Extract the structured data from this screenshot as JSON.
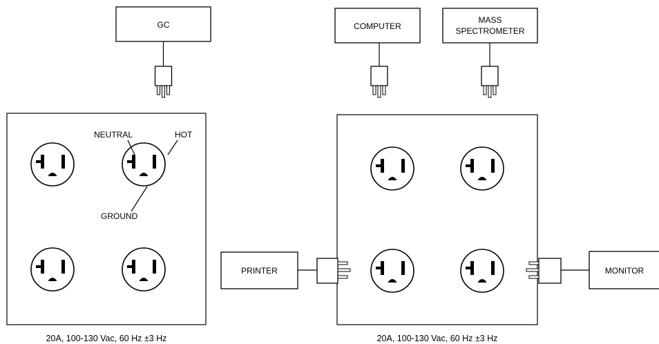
{
  "devices": {
    "gc": "GC",
    "computer": "COMPUTER",
    "mass_spec_line1": "MASS",
    "mass_spec_line2": "SPECTROMETER",
    "printer": "PRINTER",
    "monitor": "MONITOR"
  },
  "outlet_labels": {
    "neutral": "NEUTRAL",
    "hot": "HOT",
    "ground": "GROUND"
  },
  "ratings": {
    "left": "20A, 100-130 Vac, 60 Hz ±3 Hz",
    "right": "20A, 100-130 Vac, 60 Hz ±3 Hz"
  }
}
